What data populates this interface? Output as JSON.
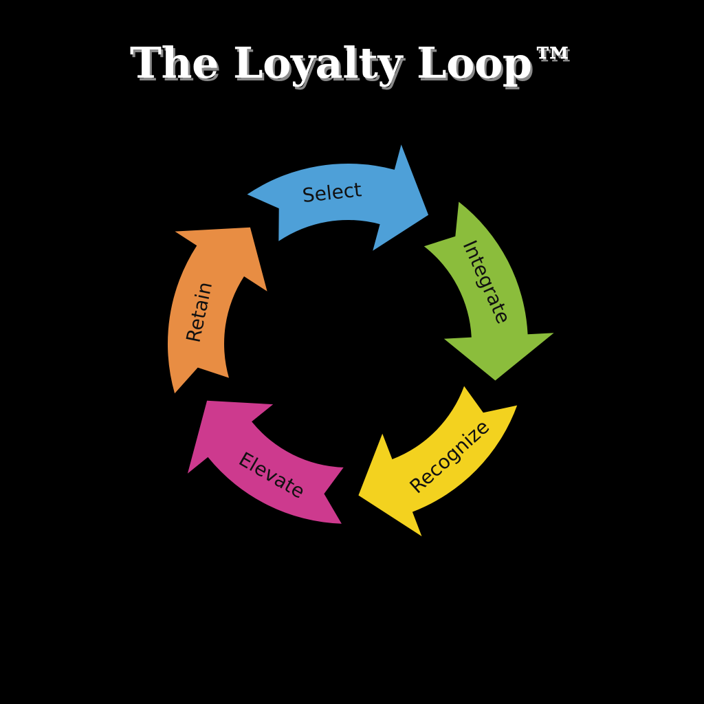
{
  "title": "The Loyalty Loop™",
  "steps": [
    {
      "label": "Select",
      "color": "#4ea0d8"
    },
    {
      "label": "Integrate",
      "color": "#8bbd3c"
    },
    {
      "label": "Recognize",
      "color": "#f3d21f"
    },
    {
      "label": "Elevate",
      "color": "#cd3a8e"
    },
    {
      "label": "Retain",
      "color": "#e88d43"
    }
  ]
}
